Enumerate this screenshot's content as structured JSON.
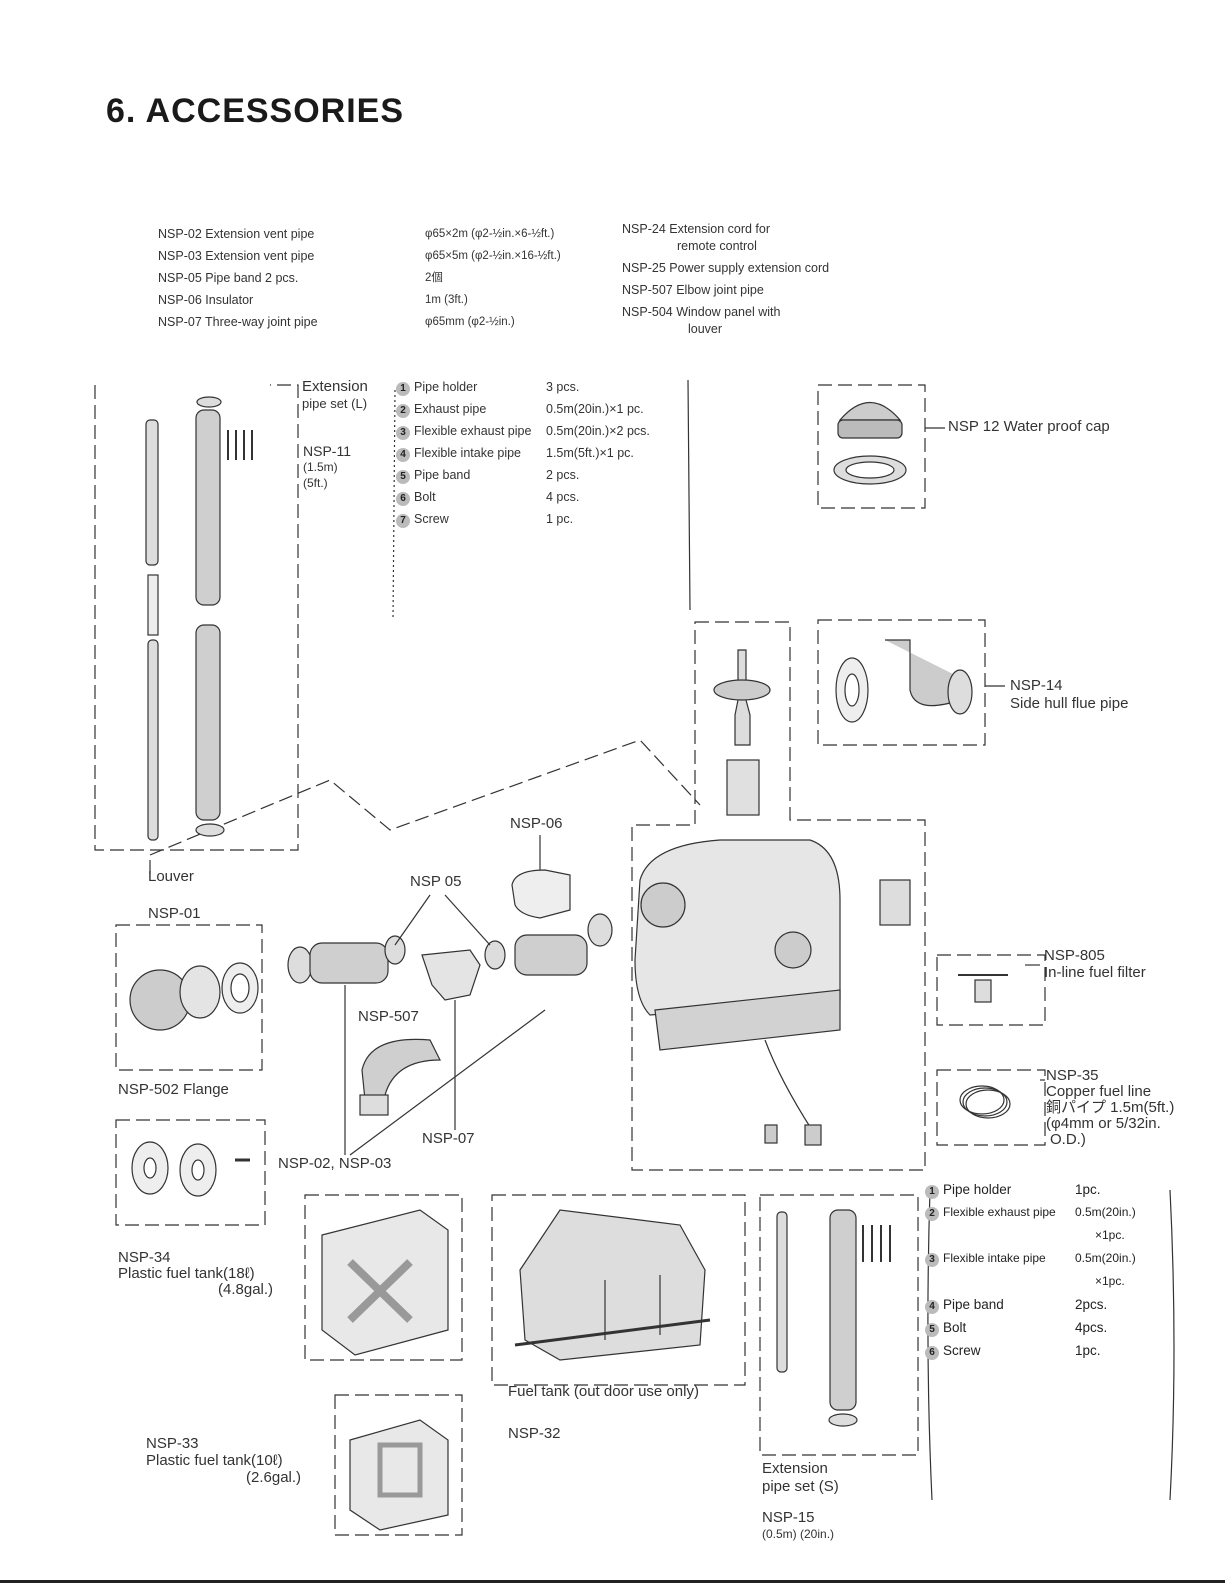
{
  "title": "6.  ACCESSORIES",
  "top_list_left": [
    {
      "code": "NSP-02",
      "name": "Extension vent pipe",
      "spec": "φ65×2m (φ2-½in.×6-½ft.)"
    },
    {
      "code": "NSP-03",
      "name": "Extension vent pipe",
      "spec": "φ65×5m (φ2-½in.×16-½ft.)"
    },
    {
      "code": "NSP-05",
      "name": "Pipe band 2 pcs.",
      "spec": "2個"
    },
    {
      "code": "NSP-06",
      "name": "Insulator",
      "spec": "1m (3ft.)"
    },
    {
      "code": "NSP-07",
      "name": "Three-way joint pipe",
      "spec": "φ65mm (φ2-½in.)"
    }
  ],
  "top_list_right": [
    {
      "code": "NSP-24",
      "name": "Extension cord for",
      "cont": "remote control"
    },
    {
      "code": "NSP-25",
      "name": "Power supply extension cord",
      "cont": ""
    },
    {
      "code": "NSP-507",
      "name": "Elbow joint pipe",
      "cont": ""
    },
    {
      "code": "NSP-504",
      "name": "Window panel with",
      "cont": "louver"
    }
  ],
  "ext_set_l": {
    "title1": "Extension",
    "title2": "pipe set (L)",
    "code": "NSP-11",
    "len1": "(1.5m)",
    "len2": "(5ft.)",
    "items": [
      {
        "n": "1",
        "name": "Pipe holder",
        "qty": "3 pcs."
      },
      {
        "n": "2",
        "name": "Exhaust pipe",
        "qty": "0.5m(20in.)×1 pc."
      },
      {
        "n": "3",
        "name": "Flexible exhaust pipe",
        "qty": "0.5m(20in.)×2 pcs."
      },
      {
        "n": "4",
        "name": "Flexible intake pipe",
        "qty": "1.5m(5ft.)×1 pc."
      },
      {
        "n": "5",
        "name": "Pipe band",
        "qty": "2 pcs."
      },
      {
        "n": "6",
        "name": "Bolt",
        "qty": "4 pcs."
      },
      {
        "n": "7",
        "name": "Screw",
        "qty": "1 pc."
      }
    ]
  },
  "ext_set_s": {
    "title1": "Extension",
    "title2": "pipe set (S)",
    "code": "NSP-15",
    "len": "(0.5m)  (20in.)",
    "items": [
      {
        "n": "1",
        "name": "Pipe holder",
        "qty": "1pc.",
        "qty2": ""
      },
      {
        "n": "2",
        "name": "Flexible exhaust pipe",
        "qty": "0.5m(20in.)",
        "qty2": "×1pc."
      },
      {
        "n": "3",
        "name": "Flexible intake pipe",
        "qty": "0.5m(20in.)",
        "qty2": "×1pc."
      },
      {
        "n": "4",
        "name": "Pipe band",
        "qty": "2pcs.",
        "qty2": ""
      },
      {
        "n": "5",
        "name": "Bolt",
        "qty": "4pcs.",
        "qty2": ""
      },
      {
        "n": "6",
        "name": "Screw",
        "qty": "1pc.",
        "qty2": ""
      }
    ]
  },
  "labels": {
    "nsp12": "NSP 12   Water proof cap",
    "nsp14a": "NSP-14",
    "nsp14b": "Side hull flue pipe",
    "nsp06": "NSP-06",
    "nsp05": "NSP 05",
    "nsp507": "NSP-507",
    "nsp07": "NSP-07",
    "nsp0203": "NSP-02, NSP-03",
    "louver": "Louver",
    "nsp01": "NSP-01",
    "nsp502": "NSP-502 Flange",
    "nsp805a": "NSP-805",
    "nsp805b": "In-line fuel filter",
    "nsp35a": "NSP-35",
    "nsp35b": "Copper fuel line",
    "nsp35c": "銅パイプ 1.5m(5ft.)",
    "nsp35d": "(φ4mm or 5/32in.",
    "nsp35e": "O.D.)",
    "nsp34a": "NSP-34",
    "nsp34b": "Plastic fuel tank(18ℓ)",
    "nsp34c": "(4.8gal.)",
    "nsp33a": "NSP-33",
    "nsp33b": "Plastic fuel tank(10ℓ)",
    "nsp33c": "(2.6gal.)",
    "fueltank": "Fuel tank (out door use only)",
    "nsp32": "NSP-32"
  }
}
